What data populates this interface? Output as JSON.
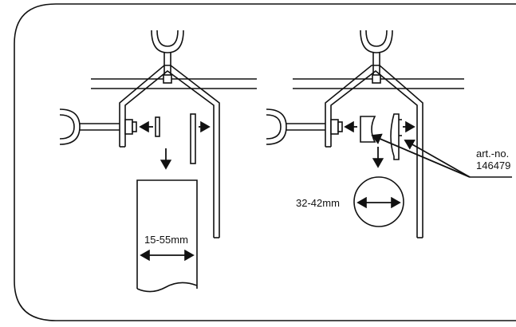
{
  "figure": {
    "left_panel": {
      "width_range_label": "15-55mm"
    },
    "right_panel": {
      "diameter_range_label": "32-42mm",
      "part_label_line1": "art.-no.",
      "part_label_line2": "146479"
    }
  }
}
